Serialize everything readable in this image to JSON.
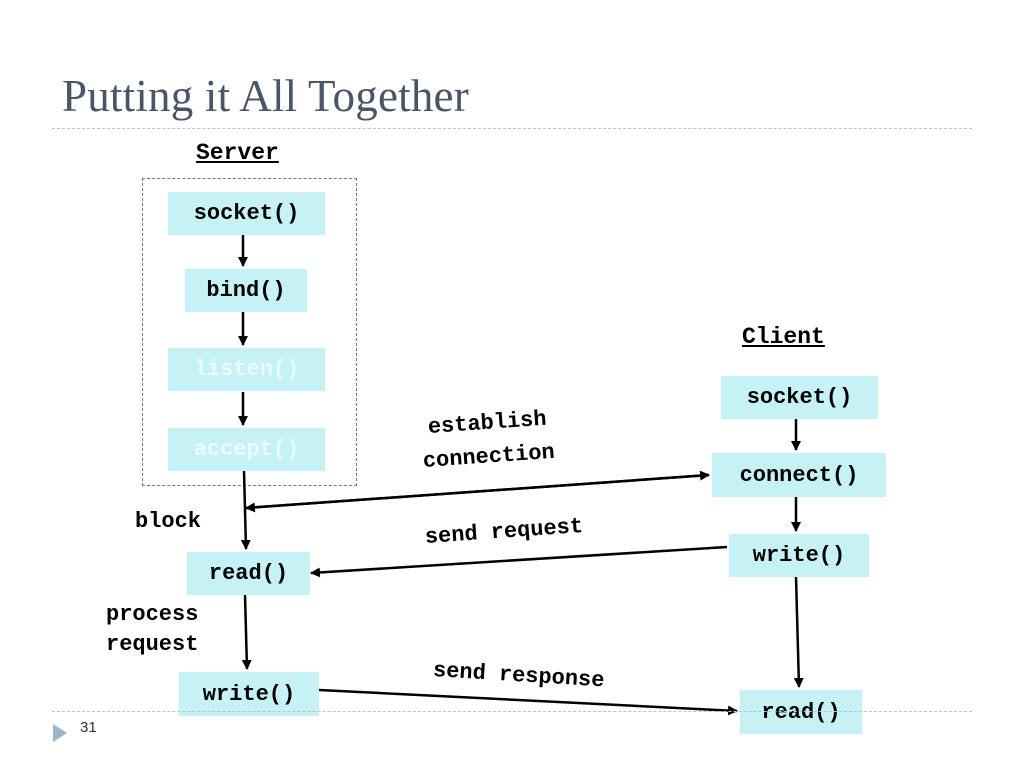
{
  "slide": {
    "title": "Putting it All Together",
    "page_number": "31"
  },
  "server": {
    "heading": "Server",
    "steps": {
      "socket": "socket()",
      "bind": "bind()",
      "listen": "listen()",
      "accept": "accept()",
      "read": "read()",
      "write": "write()"
    },
    "notes": {
      "block": "block",
      "process_line1": "process",
      "process_line2": "request"
    }
  },
  "client": {
    "heading": "Client",
    "steps": {
      "socket": "socket()",
      "connect": "connect()",
      "write": "write()",
      "read": "read()"
    }
  },
  "messages": {
    "establish_line1": "establish",
    "establish_line2": "connection",
    "send_request": "send request",
    "send_response": "send response"
  },
  "colors": {
    "box_fill": "#c6f2f6",
    "faded_text": "#eef9fb",
    "title": "#4a5568"
  }
}
